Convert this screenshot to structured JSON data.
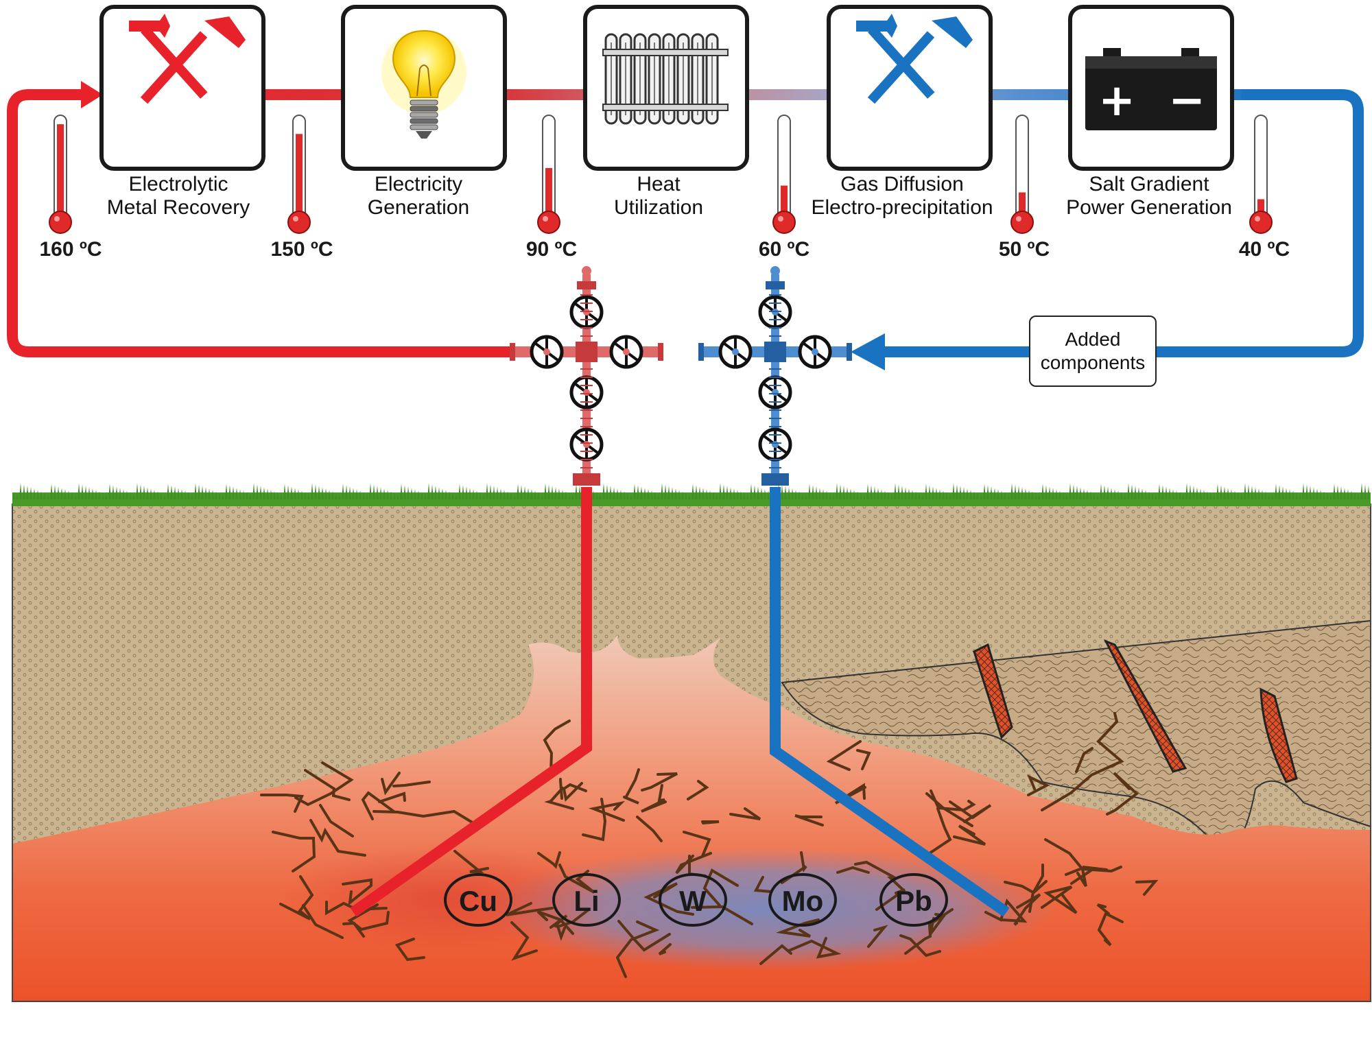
{
  "colors": {
    "hot": "#e8222b",
    "cold": "#1a73c0",
    "soil": "#c9b18e",
    "grass": "#4a9a2a",
    "magma": "#ee5530"
  },
  "stages": [
    {
      "line1": "Electrolytic",
      "line2": "Metal Recovery",
      "icon": "red-hammer-pick-icon"
    },
    {
      "line1": "Electricity",
      "line2": "Generation",
      "icon": "light-bulb-icon"
    },
    {
      "line1": "Heat",
      "line2": "Utilization",
      "icon": "radiator-icon"
    },
    {
      "line1": "Gas Diffusion",
      "line2": "Electro-precipitation",
      "icon": "blue-hammer-pick-icon"
    },
    {
      "line1": "Salt Gradient",
      "line2": "Power Generation",
      "icon": "battery-icon"
    }
  ],
  "temperatures": [
    {
      "label": "160 ºC",
      "fill": 0.95
    },
    {
      "label": "150 ºC",
      "fill": 0.85
    },
    {
      "label": "90 ºC",
      "fill": 0.5
    },
    {
      "label": "60 ºC",
      "fill": 0.32
    },
    {
      "label": "50 ºC",
      "fill": 0.25
    },
    {
      "label": "40 ºC",
      "fill": 0.18
    }
  ],
  "added_components": {
    "line1": "Added",
    "line2": "components"
  },
  "battery": {
    "plus": "+",
    "minus": "−"
  },
  "metals": [
    "Cu",
    "Li",
    "W",
    "Mo",
    "Pb"
  ]
}
